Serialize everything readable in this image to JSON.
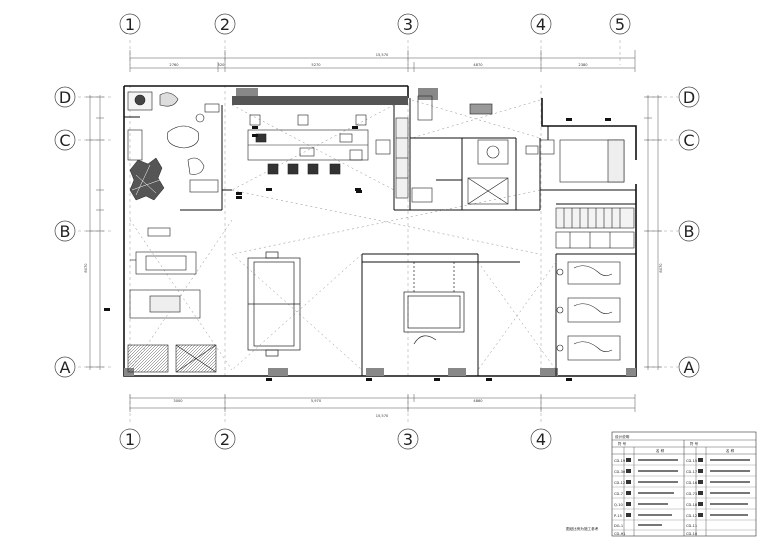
{
  "axes": {
    "columns": [
      "1",
      "2",
      "3",
      "4",
      "5"
    ],
    "bottom_columns": [
      "1",
      "2",
      "3",
      "4"
    ],
    "rows": [
      "D",
      "C",
      "B",
      "A"
    ]
  },
  "dimensions": {
    "top_segments": [
      "2760",
      "520",
      "5270",
      "4870",
      "2380"
    ],
    "top_total": "15,570",
    "bottom_segments": [
      "3000",
      "5,970",
      "4860"
    ],
    "bottom_total": "15,570",
    "left_total": "8070",
    "right_total": "8070"
  },
  "legend": {
    "title": "设计说明",
    "col_headers": [
      "符 号",
      "名 称",
      "符 号",
      "名 称"
    ],
    "left_codes": [
      "CD-19",
      "CD-30",
      "CD-12",
      "CD-7",
      "Q-10",
      "P-15",
      "DG-1",
      "CD-H1"
    ],
    "right_codes": [
      "CD-15",
      "CD-17",
      "CD-16",
      "CD-73",
      "CD-18",
      "CD-12",
      "CD-11",
      "CD-10"
    ]
  },
  "note": "图纸比例为施工参考"
}
